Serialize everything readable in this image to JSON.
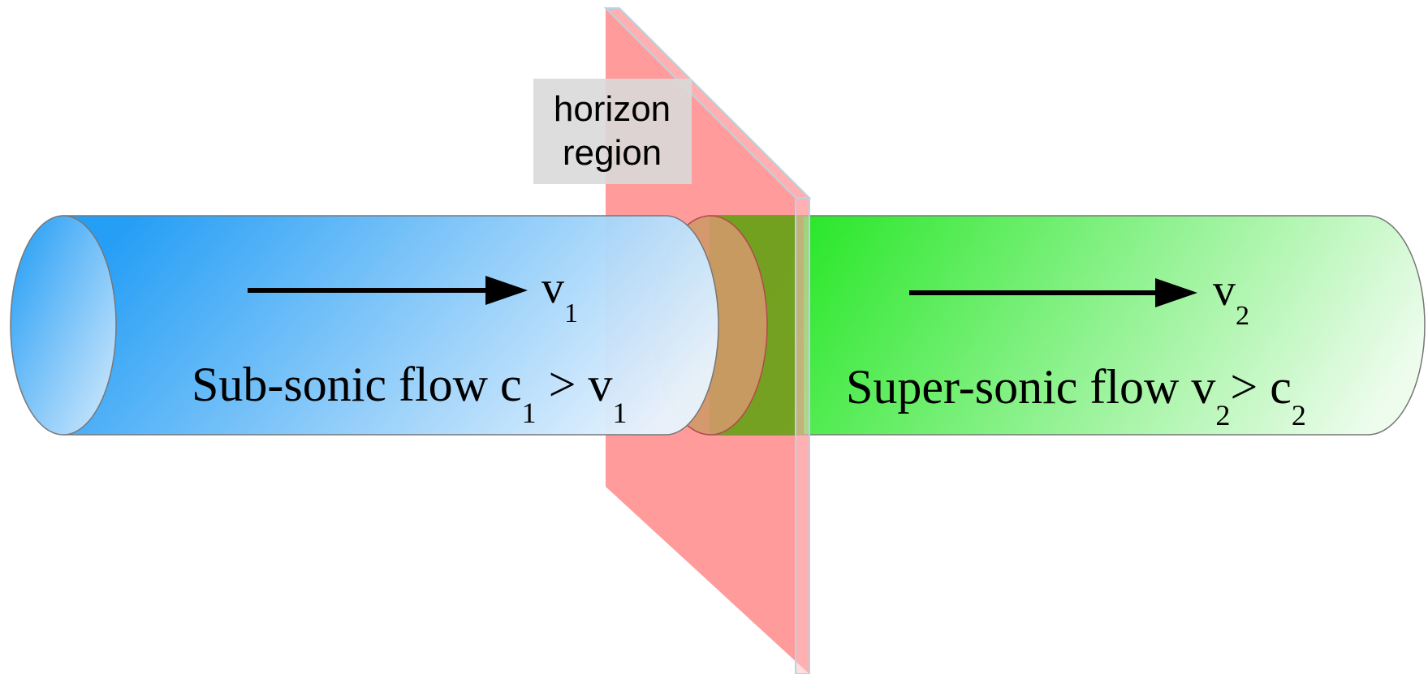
{
  "horizon": {
    "label_line1": "horizon",
    "label_line2": "region",
    "plane_color": "#ff8a8a"
  },
  "subsonic": {
    "velocity_symbol": "v",
    "velocity_subscript": "1",
    "flow_text": "Sub-sonic flow c",
    "sub_a": "1",
    "relation": " > v",
    "sub_b": "1",
    "color_start": "#1e9bf5",
    "color_end": "#e8f3fd"
  },
  "supersonic": {
    "velocity_symbol": "v",
    "velocity_subscript": "2",
    "flow_text": "Super-sonic flow v",
    "sub_a": "2",
    "relation": "> c",
    "sub_b": "2",
    "color_start": "#1ee61e",
    "color_end": "#eefcee"
  }
}
